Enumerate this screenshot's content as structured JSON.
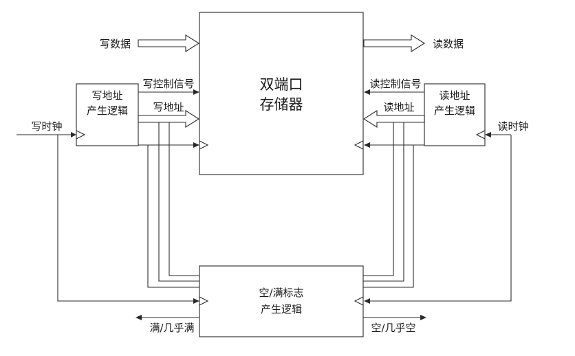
{
  "blocks": {
    "memory": [
      "双端口",
      "存储器"
    ],
    "write_addr_gen": [
      "写地址",
      "产生逻辑"
    ],
    "read_addr_gen": [
      "读地址",
      "产生逻辑"
    ],
    "flag_gen": [
      "空/满标志",
      "产生逻辑"
    ]
  },
  "signals": {
    "write_data": "写数据",
    "read_data": "读数据",
    "write_ctrl": "写控制信号",
    "read_ctrl": "读控制信号",
    "write_addr": "写地址",
    "read_addr": "读地址",
    "write_clk": "写时钟",
    "read_clk": "读时钟",
    "full": "满/几乎满",
    "empty": "空/几乎空"
  }
}
